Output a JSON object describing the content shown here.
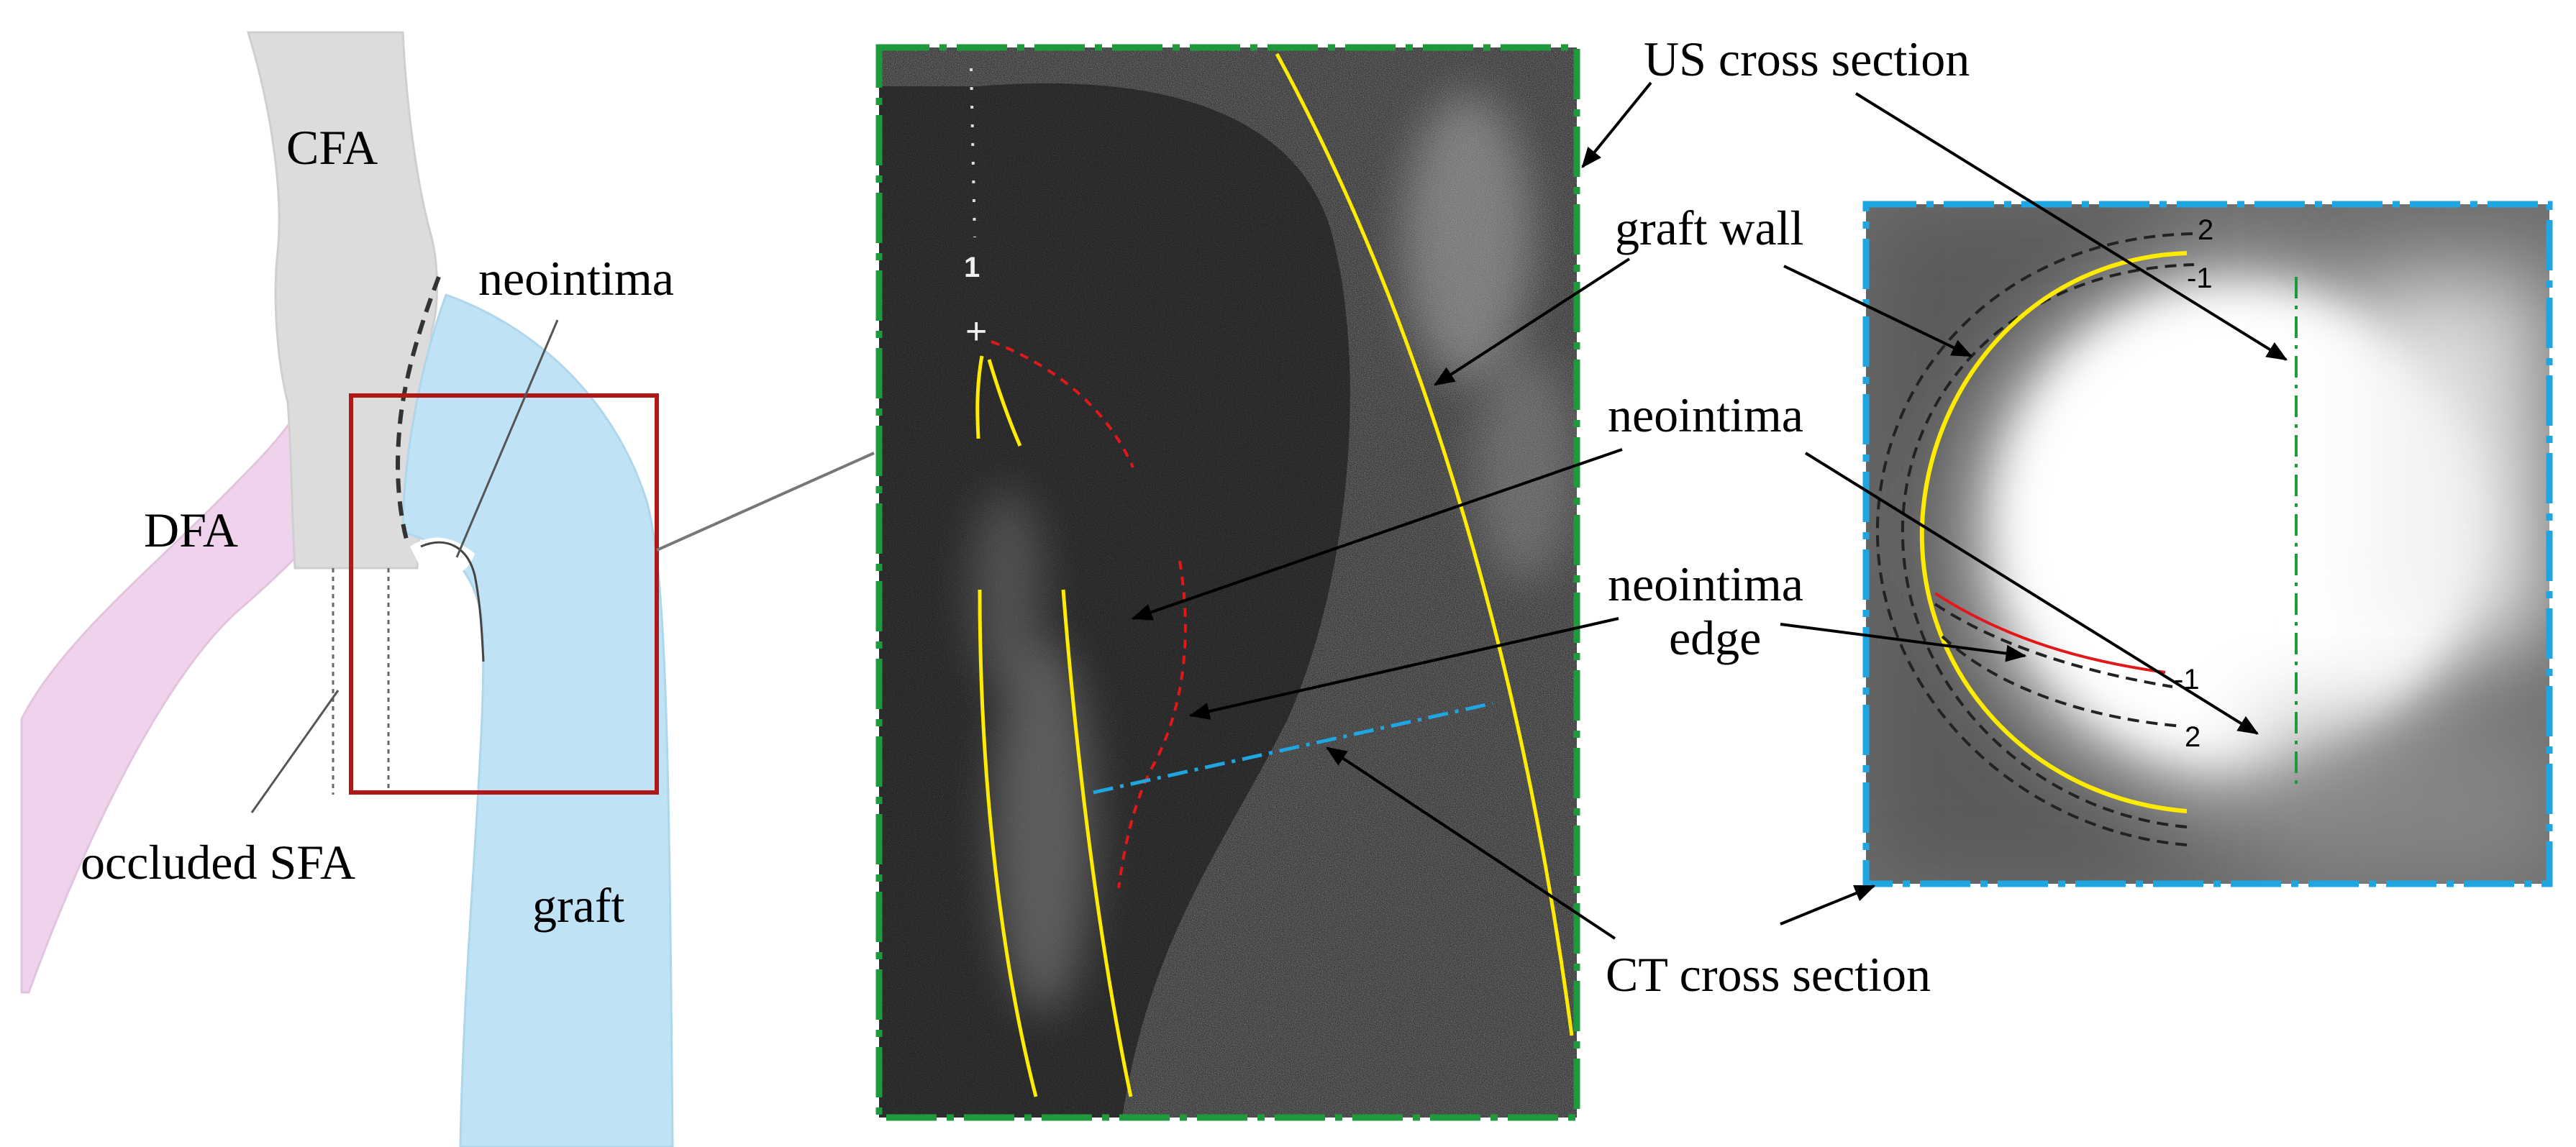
{
  "anatomy_panel": {
    "labels": {
      "cfa": "CFA",
      "dfa": "DFA",
      "neointima": "neointima",
      "occluded_sfa": "occluded SFA",
      "graft": "graft"
    }
  },
  "ultrasound_panel": {
    "scale_marker": "1",
    "labels": {
      "us_cross_section": "US cross section",
      "graft_wall": "graft wall",
      "neointima": "neointima",
      "neointima_edge_line1": "neointima",
      "neointima_edge_line2": "edge",
      "ct_cross_section": "CT cross section"
    }
  },
  "ct_panel": {
    "contour_labels": {
      "outer_2": "2",
      "outer_1": "-1",
      "inner_1": "-1",
      "inner_2": "2"
    }
  },
  "colors": {
    "graft_wall": "#ffeb00",
    "neointima_edge": "#e01818",
    "us_frame": "#1e9a3c",
    "ct_frame": "#1fa6e0",
    "zoom_box": "#b01818",
    "graft_vessel": "#bfe3f5",
    "dfa_vessel": "#efd3ec",
    "cfa_vessel": "#d9d9d9"
  }
}
